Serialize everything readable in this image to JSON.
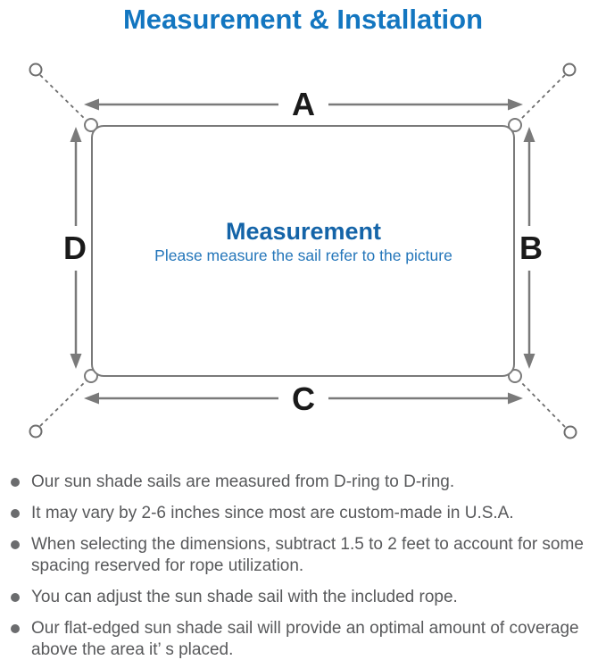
{
  "page": {
    "title": "Measurement & Installation"
  },
  "diagram": {
    "dimension_labels": {
      "top": "A",
      "right": "B",
      "bottom": "C",
      "left": "D"
    },
    "center_title": "Measurement",
    "center_subtitle": "Please measure the sail refer to the picture"
  },
  "notes": {
    "items": [
      "Our sun shade sails are measured from D-ring to D-ring.",
      "It may vary by 2-6 inches since most are custom-made in U.S.A.",
      "When selecting the dimensions, subtract 1.5 to 2 feet to account for some spacing reserved for rope utilization.",
      "You can adjust the sun shade sail with the included rope.",
      "Our flat-edged sun shade sail will provide an optimal amount of coverage above the area it’ s placed."
    ]
  },
  "colors": {
    "title_blue": "#1376c0",
    "center_title_blue": "#1464a8",
    "center_subtitle_blue": "#2476ba",
    "line_gray": "#7a7a7a",
    "label_black": "#1a1a1a",
    "note_gray": "#58595b"
  }
}
